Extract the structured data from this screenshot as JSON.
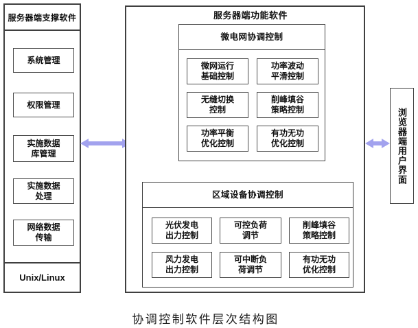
{
  "support_panel": {
    "title": "服务器端支撑软件",
    "items": [
      "系统管理",
      "权限管理",
      "实施数据\n库管理",
      "实施数据\n处理",
      "网络数据\n传输"
    ],
    "footer": "Unix/Linux"
  },
  "function_panel": {
    "title": "服务器端功能软件",
    "microgrid": {
      "title": "微电网协调控制",
      "items": [
        "微网运行\n基础控制",
        "功率波动\n平滑控制",
        "无缝切换\n控制",
        "削峰填谷\n策略控制",
        "功率平衡\n优化控制",
        "有功无功\n优化控制"
      ]
    },
    "region": {
      "title": "区域设备协调控制",
      "items": [
        "光伏发电\n出力控制",
        "可控负荷\n调节",
        "削峰填谷\n策略控制",
        "风力发电\n出力控制",
        "可中断负\n荷调节",
        "有功无功\n优化控制"
      ]
    }
  },
  "browser_panel": {
    "title": "浏览器端用户界面"
  },
  "caption": "协调控制软件层次结构图",
  "icons": {
    "left_link": "double-headed-horizontal-arrow",
    "right_link": "double-headed-horizontal-arrow"
  },
  "colors": {
    "arrow": "#a2a2ee",
    "border": "#3f3f3f",
    "box-border": "#4a4a4a"
  }
}
